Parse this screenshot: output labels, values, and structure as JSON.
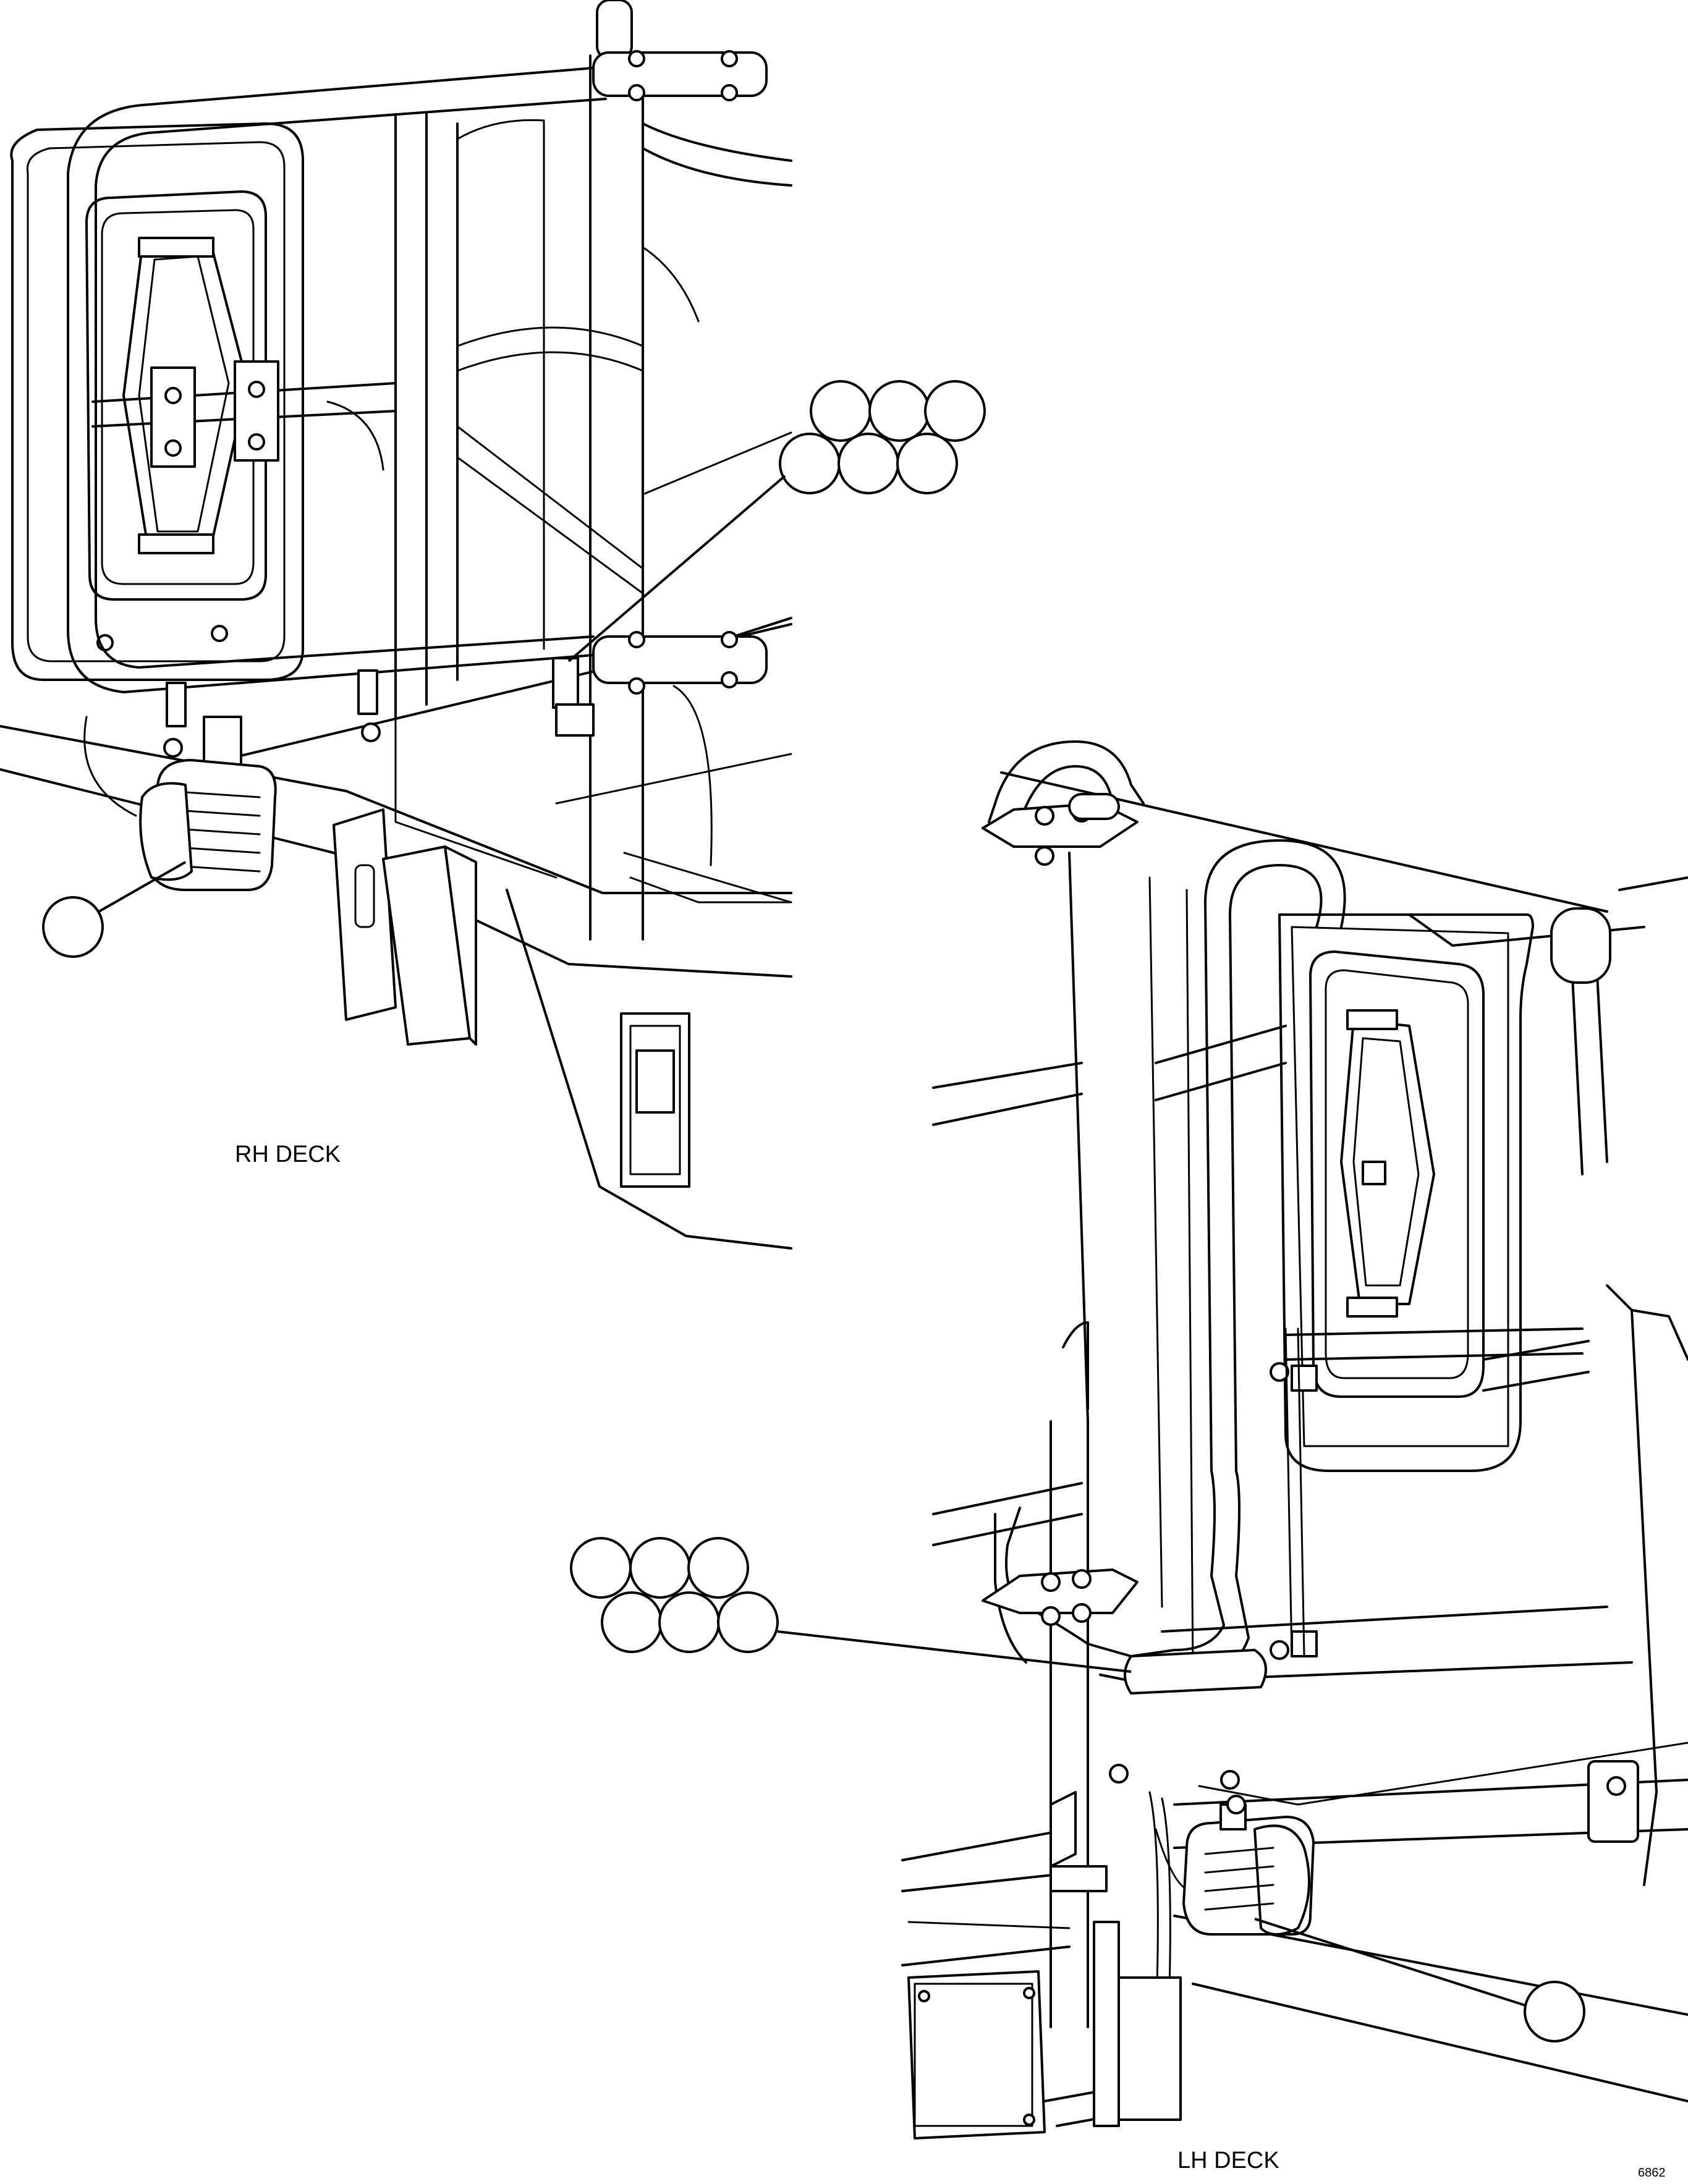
{
  "views": {
    "rh": {
      "label": "RH DECK"
    },
    "lh": {
      "label": "LH DECK"
    }
  },
  "figure_id": "6862"
}
